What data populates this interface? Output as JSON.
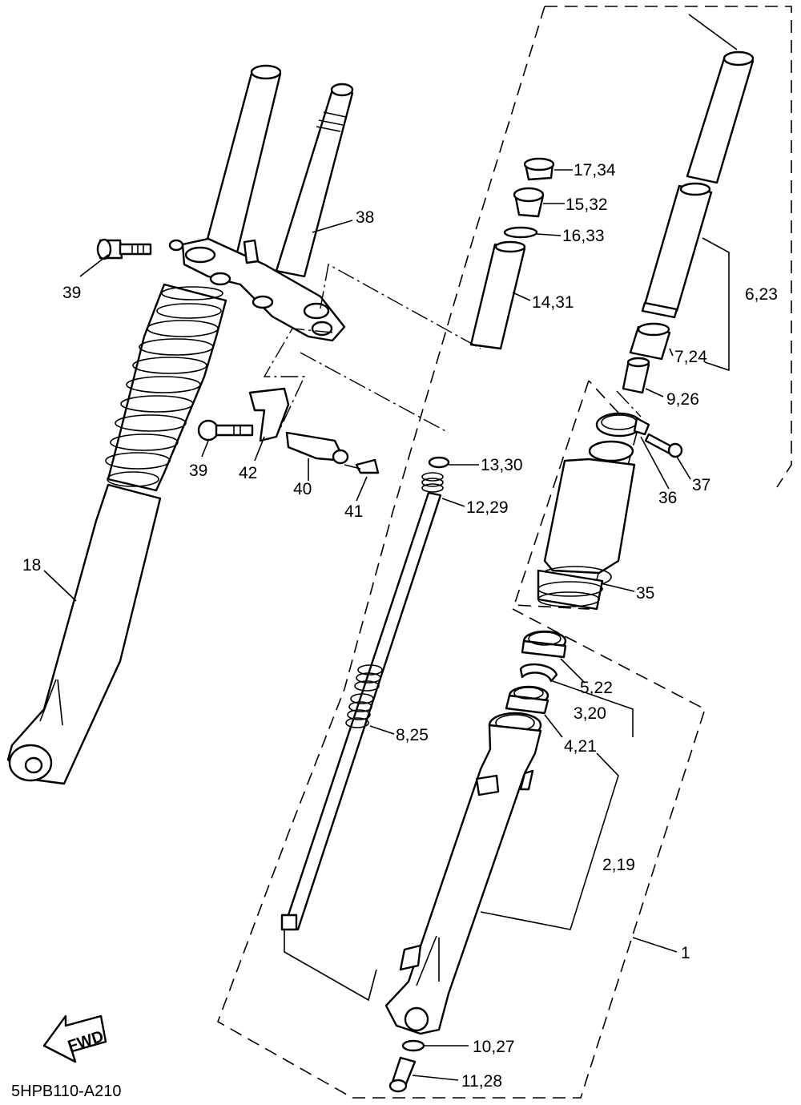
{
  "diagram_code": "5HPB110-A210",
  "fwd_label": "FWD",
  "callouts": {
    "c1": "1",
    "c2_19": "2,19",
    "c3_20": "3,20",
    "c4_21": "4,21",
    "c5_22": "5,22",
    "c6_23": "6,23",
    "c7_24": "7,24",
    "c8_25": "8,25",
    "c9_26": "9,26",
    "c10_27": "10,27",
    "c11_28": "11,28",
    "c12_29": "12,29",
    "c13_30": "13,30",
    "c14_31": "14,31",
    "c15_32": "15,32",
    "c16_33": "16,33",
    "c17_34": "17,34",
    "c18": "18",
    "c35": "35",
    "c36": "36",
    "c37": "37",
    "c38": "38",
    "c39a": "39",
    "c39b": "39",
    "c40": "40",
    "c41": "41",
    "c42": "42"
  }
}
